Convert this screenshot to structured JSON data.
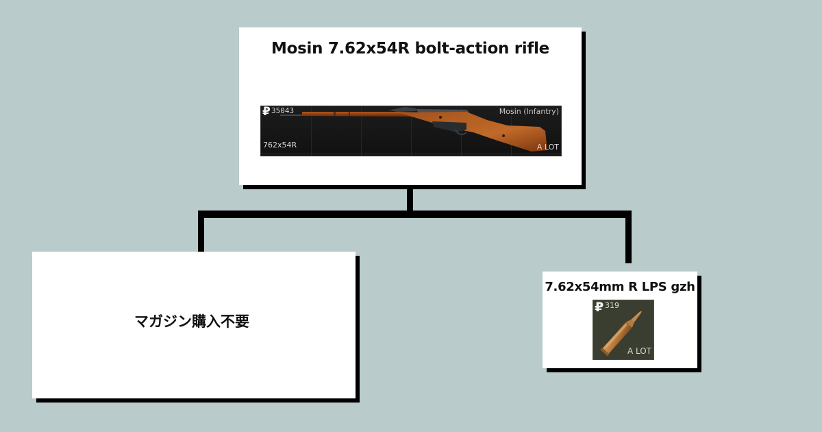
{
  "colors": {
    "background": "#b9cccb",
    "card": "#ffffff",
    "shadow": "#000000",
    "connector": "#000000",
    "rifle_tile_bg": "#151515",
    "ammo_tile_bg": "#3a3e30",
    "wood": "#8a3f14"
  },
  "diagram": {
    "root": {
      "title": "Mosin 7.62x54R bolt-action rifle",
      "item_tile": {
        "icon": "mosin-rifle-icon",
        "currency_icon": "ruble-icon",
        "currency_symbol": "₽",
        "price": "35043",
        "name": "Mosin (Infantry)",
        "caliber": "762x54R",
        "stock": "A LOT"
      }
    },
    "children": [
      {
        "title": "マガジン購入不要"
      },
      {
        "title": "7.62x54mm R LPS gzh",
        "item_tile": {
          "icon": "rifle-cartridge-icon",
          "currency_icon": "ruble-icon",
          "currency_symbol": "₽",
          "price": "319",
          "stock": "A LOT"
        }
      }
    ]
  }
}
